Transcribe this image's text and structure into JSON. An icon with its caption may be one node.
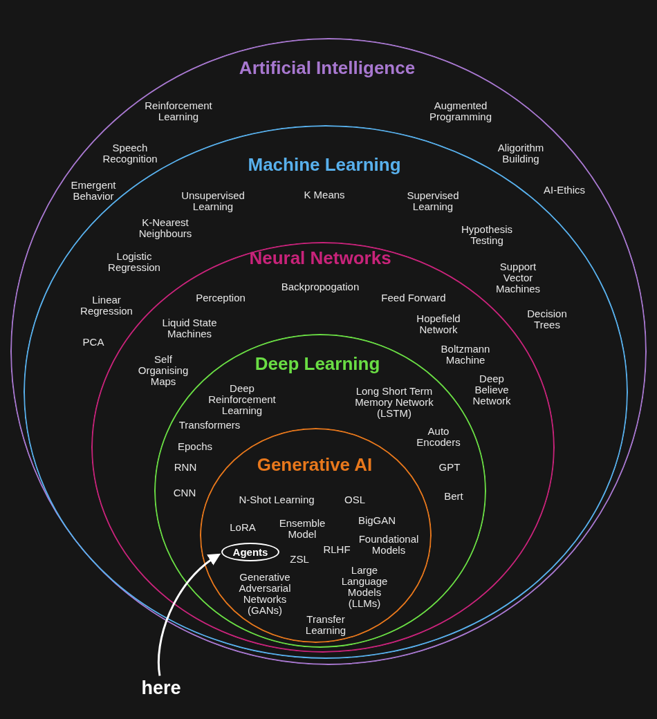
{
  "diagram": {
    "nodes": [
      {
        "text": [
          "Artificial Intelligence",
          "Reinforcement Learning",
          "Augmented Programming",
          "Speech Recognition",
          "Aligorithm Building",
          "Emergent Behavior",
          "AI-Ethics"
        ]
      },
      {
        "text": [
          "Machine Learning",
          "Unsupervised Learning",
          "K Means",
          "Supervised Learning",
          "K-Nearest Neighbours",
          "Hypothesis Testing",
          "Logistic Regression",
          "Support Vector Machines",
          "Linear Regression",
          "Decision Trees",
          "PCA"
        ],
        "in": 0
      },
      {
        "text": [
          "Neural Networks",
          "Backpropogation",
          "Perception",
          "Feed Forward",
          "Liquid State Machines",
          "Hopefield Network",
          "Boltzmann Machine",
          "Self Organising Maps",
          "Deep Believe Network"
        ],
        "in": 1
      },
      {
        "text": [
          "Deep Learning",
          "Deep Reinforcement Learning",
          "Long Short Term Memory Network (LSTM)",
          "Transformers",
          "Auto Encoders",
          "Epochs",
          "RNN",
          "GPT",
          "CNN",
          "Bert"
        ],
        "in": 2
      },
      {
        "text": [
          "Generative AI",
          "N-Shot Learning",
          "OSL",
          "LoRA",
          "Ensemble Model",
          "BigGAN",
          "RLHF",
          "Foundational Models",
          "ZSL",
          "Generative Adversarial Networks (GANs)",
          "Large Language Models (LLMs)",
          "Transfer Learning"
        ],
        "in": 3
      },
      {
        "text": [
          "Agents"
        ],
        "in": 4
      },
      {
        "text": [
          "here"
        ]
      }
    ],
    "edges": [
      {
        "from": 6,
        "to": 5,
        "arrow": "to"
      }
    ]
  }
}
